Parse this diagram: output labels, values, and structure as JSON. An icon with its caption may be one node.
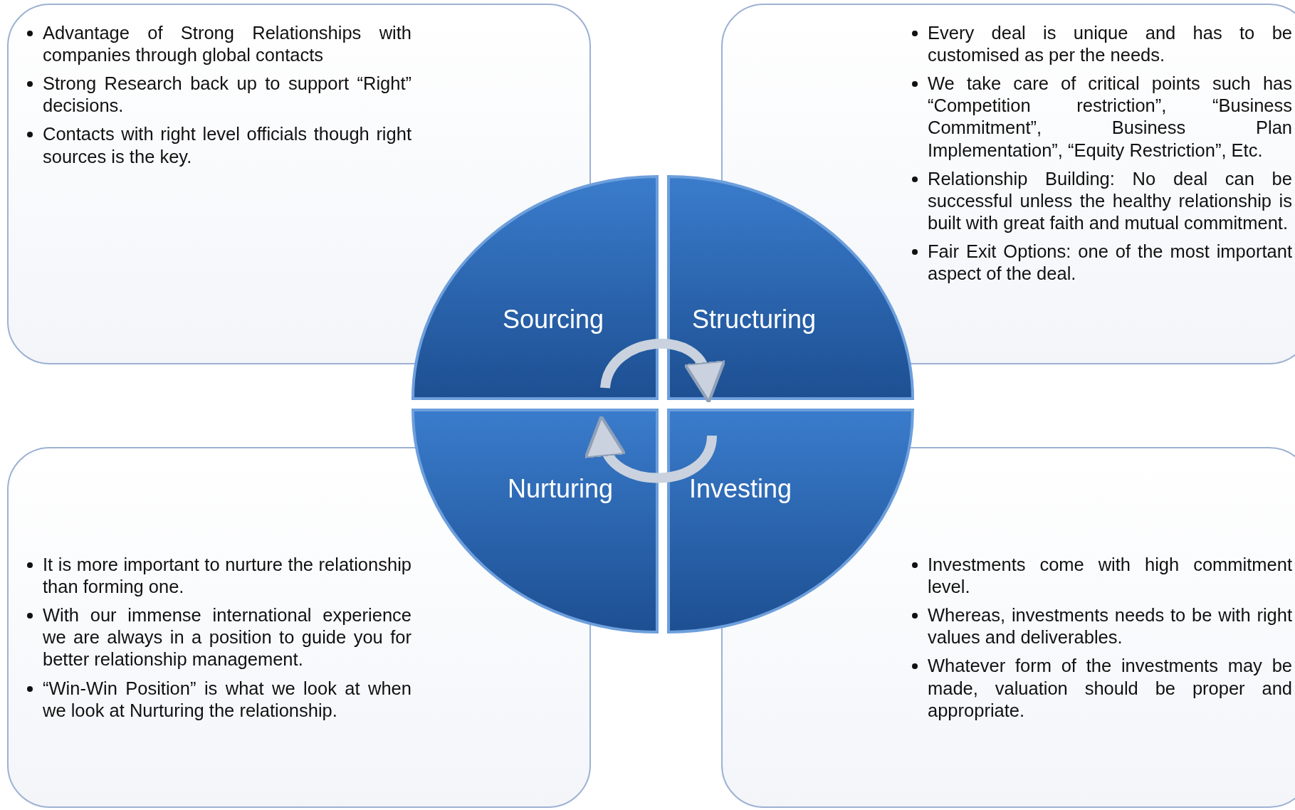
{
  "diagram": {
    "nodes": [
      {
        "text": [
          "Advantage of Strong Relationships with companies through global contacts",
          "Strong Research back up to support “Right” decisions.",
          "Contacts with right level officials though right sources is the key."
        ]
      },
      {
        "text": [
          "Every deal is unique and has to be customised as per the needs.",
          "We take care of critical points such has “Competition restriction”, “Business Commitment”, Business Plan Implementation”, “Equity Restriction”, Etc.",
          "Relationship Building: No deal can be successful unless the healthy relationship is built with great faith and mutual commitment.",
          "Fair Exit Options: one of the most important aspect of the deal."
        ]
      },
      {
        "text": [
          "It is more important to nurture the relationship than forming one.",
          "With our immense international experience we are always in a position to guide you for better relationship management.",
          "“Win-Win Position” is what we look at when we look at Nurturing the relationship."
        ]
      },
      {
        "text": [
          "Investments come with high commitment level.",
          "Whereas, investments needs to be with right values and deliverables.",
          "Whatever form of the investments may be made, valuation should be proper and appropriate."
        ]
      },
      {
        "text": [
          "Sourcing"
        ]
      },
      {
        "text": [
          "Structuring"
        ]
      },
      {
        "text": [
          "Nurturing"
        ]
      },
      {
        "text": [
          "Investing"
        ]
      }
    ],
    "edges": [
      {
        "from": 4,
        "to": 5,
        "arrow": "to"
      },
      {
        "from": 7,
        "to": 6,
        "arrow": "to"
      }
    ]
  }
}
